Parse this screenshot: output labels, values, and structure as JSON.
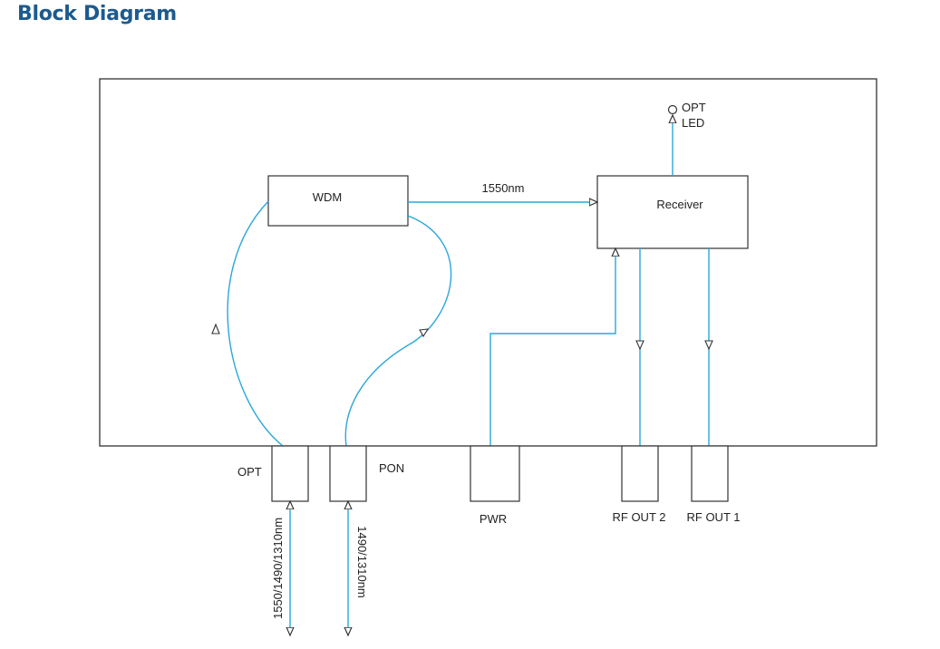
{
  "page": {
    "title": "Block Diagram"
  },
  "colors": {
    "title": "#1d5a8e",
    "signal_line": "#2aa7d9",
    "outline": "#333333",
    "text": "#222222"
  },
  "diagram": {
    "blocks": {
      "wdm": "WDM",
      "receiver": "Receiver"
    },
    "labels": {
      "signal_1550": "1550nm",
      "opt_led_line1": "OPT",
      "opt_led_line2": "LED"
    },
    "ports": {
      "opt": "OPT",
      "pon": "PON",
      "pwr": "PWR",
      "rf_out_2": "RF OUT 2",
      "rf_out_1": "RF OUT 1"
    },
    "fiber_labels": {
      "opt_wavelengths": "1550/1490/1310nm",
      "pon_wavelengths": "1490/1310nm"
    }
  }
}
